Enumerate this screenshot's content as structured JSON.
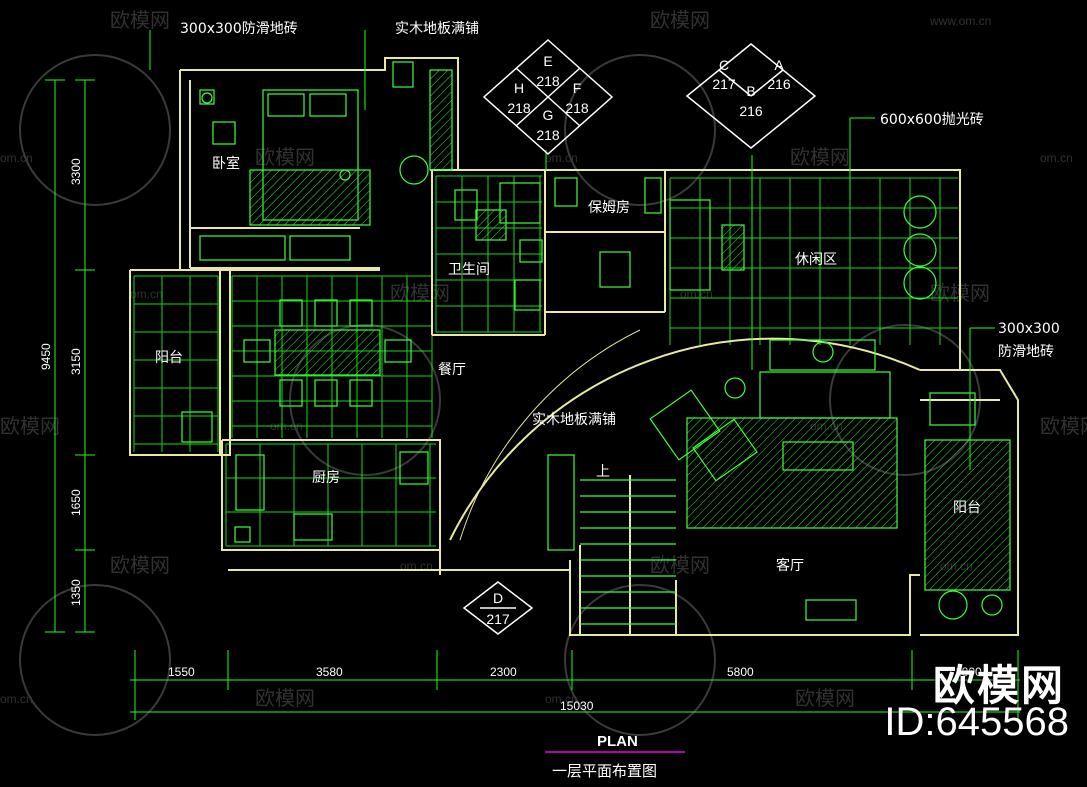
{
  "rooms": {
    "bedroom": "卧室",
    "bathroom": "卫生间",
    "maid_room": "保姆房",
    "leisure": "休闲区",
    "balcony_left": "阳台",
    "dining": "餐厅",
    "kitchen": "厨房",
    "living": "客厅",
    "balcony_right": "阳台",
    "stair_up": "上"
  },
  "notes": {
    "tile_300": "300x300防滑地砖",
    "wood_floor_top": "实木地板满铺",
    "wood_floor_mid": "实木地板满铺",
    "tile_600": "600x600抛光砖",
    "tile_300_right_1": "300x300",
    "tile_300_right_2": "防滑地砖"
  },
  "dimensions": {
    "vertical": [
      "3300",
      "3150",
      "1650",
      "1350"
    ],
    "vertical_total": "9450",
    "horizontal": [
      "1550",
      "3580",
      "2300",
      "5800",
      "1800"
    ],
    "horizontal_total": "15030"
  },
  "elevation_tags": {
    "left": {
      "E": "E",
      "E_num": "218",
      "H": "H",
      "H_num": "218",
      "F": "F",
      "F_num": "218",
      "G": "G",
      "G_num": "218"
    },
    "right": {
      "C": "C",
      "C_num": "217",
      "A": "A",
      "A_num": "216",
      "B": "B",
      "B_num": "216"
    },
    "bottom": {
      "D": "D",
      "D_num": "217"
    }
  },
  "title": {
    "main": "PLAN",
    "sub": "一层平面布置图"
  },
  "watermark": {
    "brand": "欧模网",
    "site": "www.om.cn",
    "site_short": "om.cn",
    "id": "ID:645568"
  },
  "colors": {
    "wall": "#e8e8a0",
    "grid": "#18ff18",
    "furniture": "#3cff3c",
    "dim": "#ffffff",
    "magenta": "#b000b0"
  }
}
